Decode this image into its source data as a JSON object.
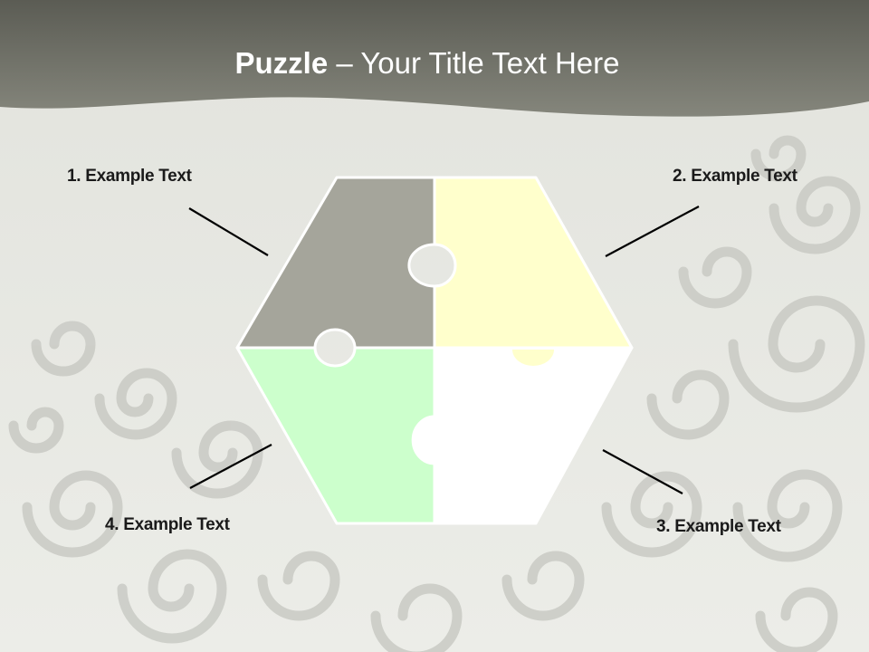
{
  "slide": {
    "title_bold": "Puzzle",
    "title_rest": " – Your Title Text Here"
  },
  "labels": {
    "item1": "1. Example Text",
    "item2": "2. Example Text",
    "item3": "3. Example Text",
    "item4": "4. Example Text"
  },
  "colors": {
    "header_band": "#6e6f66",
    "background": "#e6e7e2",
    "swirl": "#c9cac4",
    "piece1": "#a5a59b",
    "piece2": "#ffffcc",
    "piece3": "#ffffff",
    "piece4": "#ccffcc"
  }
}
